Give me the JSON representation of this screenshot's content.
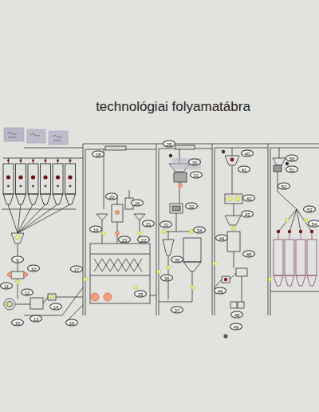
{
  "diagram": {
    "title": "technológiai folyamatábra",
    "nodes": [
      {
        "text": [
          "9"
        ]
      },
      {
        "text": [
          "10"
        ]
      },
      {
        "text": [
          "11"
        ]
      },
      {
        "text": [
          "12"
        ]
      },
      {
        "text": [
          "13"
        ]
      },
      {
        "text": [
          "14"
        ]
      },
      {
        "text": [
          "15"
        ]
      },
      {
        "text": [
          "16"
        ]
      },
      {
        "text": [
          "18"
        ]
      },
      {
        "text": [
          "17"
        ]
      },
      {
        "text": [
          "26"
        ]
      },
      {
        "text": [
          "20"
        ]
      },
      {
        "text": [
          "19"
        ]
      },
      {
        "text": [
          "21"
        ]
      },
      {
        "text": [
          "22"
        ]
      },
      {
        "text": [
          "23"
        ]
      },
      {
        "text": [
          "25"
        ]
      },
      {
        "text": [
          "28"
        ]
      },
      {
        "text": [
          "30"
        ]
      },
      {
        "text": [
          "31"
        ]
      },
      {
        "text": [
          "32"
        ]
      },
      {
        "text": [
          "33"
        ]
      },
      {
        "text": [
          "34"
        ]
      },
      {
        "text": [
          "35"
        ]
      },
      {
        "text": [
          "36"
        ]
      },
      {
        "text": [
          "37"
        ]
      },
      {
        "text": [
          "40"
        ]
      },
      {
        "text": [
          "41"
        ]
      },
      {
        "text": [
          "42"
        ]
      },
      {
        "text": [
          "43"
        ]
      },
      {
        "text": [
          "44"
        ]
      },
      {
        "text": [
          "45"
        ]
      },
      {
        "text": [
          "46"
        ]
      },
      {
        "text": [
          "48"
        ]
      },
      {
        "text": [
          "49"
        ]
      },
      {
        "text": [
          "50"
        ]
      },
      {
        "text": [
          "51"
        ]
      },
      {
        "text": [
          "52"
        ]
      },
      {
        "text": [
          "53"
        ]
      },
      {
        "text": [
          "54"
        ]
      }
    ]
  }
}
